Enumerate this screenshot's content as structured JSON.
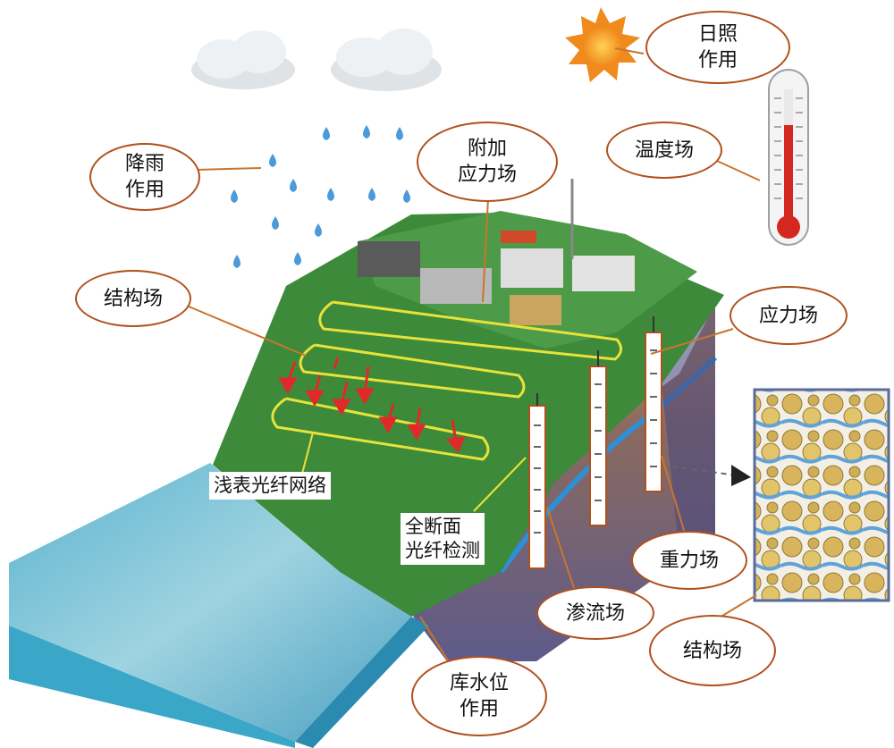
{
  "labels": {
    "sunshine": "日照\n作用",
    "rainfall": "降雨\n作用",
    "additional_stress": "附加\n应力场",
    "temperature": "温度场",
    "structure_top": "结构场",
    "stress": "应力场",
    "shallow_fiber": "浅表光纤网络",
    "full_section": "全断面\n光纤检测",
    "gravity": "重力场",
    "seepage": "渗流场",
    "structure_bottom": "结构场",
    "reservoir_level": "库水位\n作用"
  },
  "colors": {
    "callout_border": "#b0511d",
    "leader_line": "#c8752e",
    "grass": "#3d8a3a",
    "water": "#3aa6c8",
    "fiber_line": "#e8e23a",
    "arrow": "#e02a2a"
  }
}
